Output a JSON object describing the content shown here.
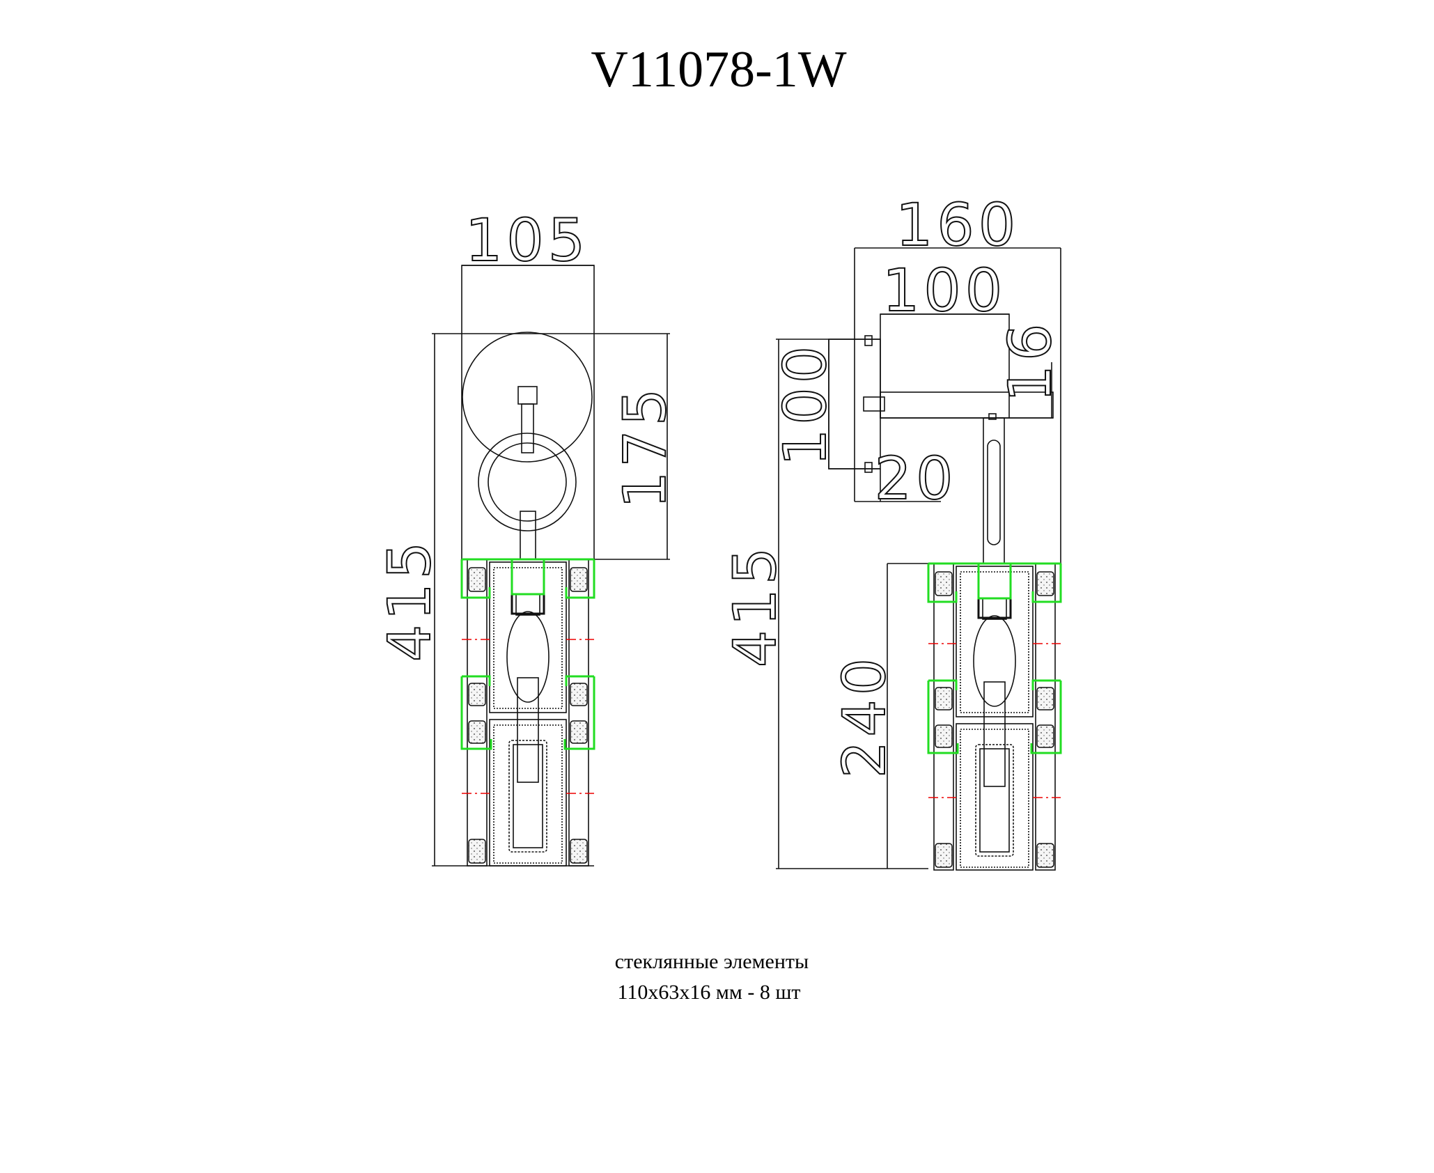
{
  "title": "V11078-1W",
  "front_view": {
    "width_label": "105",
    "backplate_height_label": "175",
    "total_height_label": "415"
  },
  "side_view": {
    "depth_label": "160",
    "box_depth_label": "100",
    "plate_height_label": "100",
    "arm_thickness_label": "16",
    "plate_depth_label": "20",
    "total_height_label": "415",
    "shade_height_label": "240"
  },
  "note": {
    "line1": "стеклянные элементы",
    "line2": "110x63x16 мм - 8 шт"
  },
  "colors": {
    "glass_outline": "#22dd22",
    "center_line": "#ee0000"
  }
}
